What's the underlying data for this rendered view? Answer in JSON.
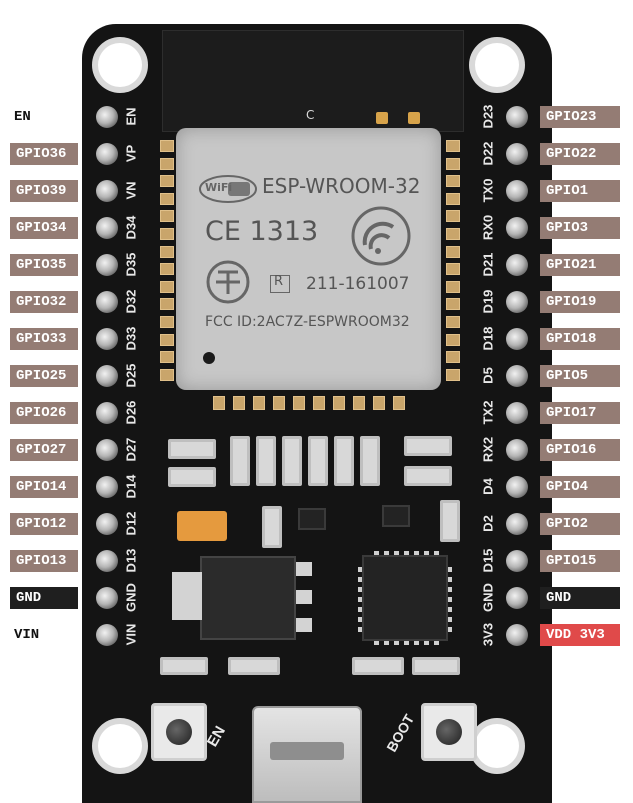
{
  "module": {
    "brand": "ESP-WROOM-32",
    "wifi_badge": "WiFi",
    "ce_mark": "CE 1313",
    "reg_r": "R",
    "cert_number": "211-161007",
    "fcc_id": "FCC ID:2AC7Z-ESPWROOM32",
    "antenna_mark": "C"
  },
  "left_labels": [
    {
      "text": "EN",
      "style": "plain"
    },
    {
      "text": "GPIO36",
      "style": "gpio"
    },
    {
      "text": "GPIO39",
      "style": "gpio"
    },
    {
      "text": "GPIO34",
      "style": "gpio"
    },
    {
      "text": "GPIO35",
      "style": "gpio"
    },
    {
      "text": "GPIO32",
      "style": "gpio"
    },
    {
      "text": "GPIO33",
      "style": "gpio"
    },
    {
      "text": "GPIO25",
      "style": "gpio"
    },
    {
      "text": "GPIO26",
      "style": "gpio"
    },
    {
      "text": "GPIO27",
      "style": "gpio"
    },
    {
      "text": "GPIO14",
      "style": "gpio"
    },
    {
      "text": "GPIO12",
      "style": "gpio"
    },
    {
      "text": "GPIO13",
      "style": "gpio"
    },
    {
      "text": "GND",
      "style": "gnd"
    },
    {
      "text": "VIN",
      "style": "plain"
    }
  ],
  "right_labels": [
    {
      "text": "GPIO23",
      "style": "gpio"
    },
    {
      "text": "GPIO22",
      "style": "gpio"
    },
    {
      "text": "GPIO1",
      "style": "gpio"
    },
    {
      "text": "GPIO3",
      "style": "gpio"
    },
    {
      "text": "GPIO21",
      "style": "gpio"
    },
    {
      "text": "GPIO19",
      "style": "gpio"
    },
    {
      "text": "GPIO18",
      "style": "gpio"
    },
    {
      "text": "GPIO5",
      "style": "gpio"
    },
    {
      "text": "GPIO17",
      "style": "gpio"
    },
    {
      "text": "GPIO16",
      "style": "gpio"
    },
    {
      "text": "GPIO4",
      "style": "gpio"
    },
    {
      "text": "GPIO2",
      "style": "gpio"
    },
    {
      "text": "GPIO15",
      "style": "gpio"
    },
    {
      "text": "GND",
      "style": "gnd"
    },
    {
      "text": "VDD 3V3",
      "style": "pwr"
    }
  ],
  "left_silk": [
    "EN",
    "VP",
    "VN",
    "D34",
    "D35",
    "D32",
    "D33",
    "D25",
    "D26",
    "D27",
    "D14",
    "D12",
    "D13",
    "GND",
    "VIN"
  ],
  "right_silk": [
    "D23",
    "D22",
    "TX0",
    "RX0",
    "D21",
    "D19",
    "D18",
    "D5",
    "TX2",
    "RX2",
    "D4",
    "D2",
    "D15",
    "GND",
    "3V3"
  ],
  "buttons": {
    "left_label": "EN",
    "right_label": "BOOT"
  },
  "colors": {
    "gpio_label": "#947c74",
    "gnd_label": "#1f1f1f",
    "power_label": "#e04a4a",
    "pcb": "#141414"
  }
}
